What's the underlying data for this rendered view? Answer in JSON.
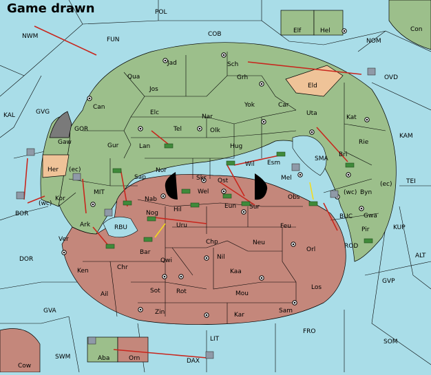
{
  "title": "Game drawn",
  "colors": {
    "sea": "#a9dde8",
    "north_power": "#9cbf8b",
    "south_power": "#c4877b",
    "neutral": "#efc398",
    "order_arrow": "#c8261d",
    "support_arrow": "#f5dc1c"
  },
  "sea_labels": [
    "POL",
    "NWM",
    "FUN",
    "COB",
    "NOM",
    "Con",
    "OVD",
    "KAL",
    "GVG",
    "GOR",
    "KAM",
    "SMA",
    "TEI",
    "MIT",
    "BOR",
    "(wc)",
    "(ec)",
    "BUC",
    "KUP",
    "ALT",
    "DOR",
    "RBU",
    "ROD",
    "GVP",
    "GVA",
    "LIT",
    "FRO",
    "SOM",
    "SWM",
    "DAX",
    "Cow"
  ],
  "north_labels": [
    "Jad",
    "Sch",
    "Qua",
    "Jos",
    "Grh",
    "Can",
    "Elc",
    "Nar",
    "Yok",
    "Car",
    "Uta",
    "Kat",
    "Tel",
    "Olk",
    "Gaw",
    "Gur",
    "Lan",
    "Hug",
    "Rie",
    "Her",
    "Nor",
    "Wil",
    "Esm",
    "Bri",
    "Sap",
    "Skr",
    "Mel",
    "Byn",
    "Kor",
    "Nab",
    "Wel",
    "Ost",
    "Obs",
    "Gwa",
    "(ec)",
    "Ark",
    "Eun",
    "Sur",
    "Hil",
    "Pir",
    "Nog",
    "Ver",
    "Uru",
    "Elf",
    "Hel",
    "Eld",
    "(wc)"
  ],
  "south_labels": [
    "Feu",
    "Chp",
    "Neu",
    "Orl",
    "Bar",
    "Qwi",
    "Nil",
    "Ken",
    "Chr",
    "Kaa",
    "Los",
    "Ail",
    "Sot",
    "Rot",
    "Mou",
    "Zin",
    "Kar",
    "Sam",
    "Aba",
    "Orn"
  ]
}
